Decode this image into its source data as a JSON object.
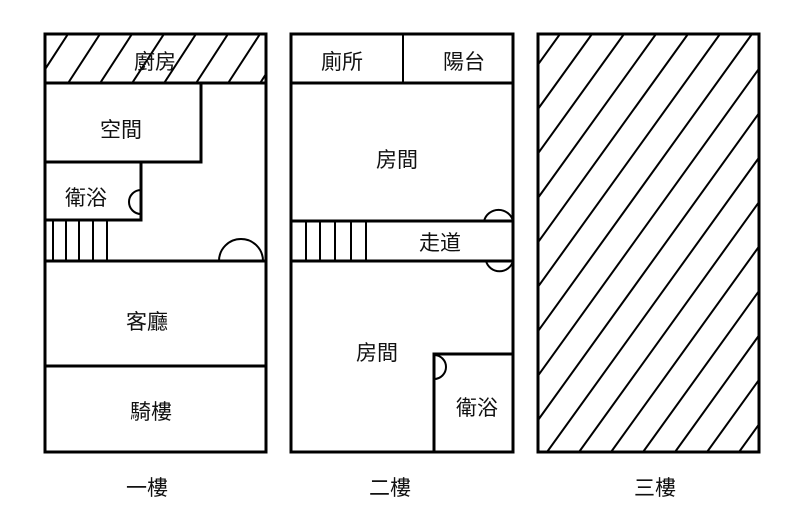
{
  "floors": [
    {
      "label": "一樓",
      "rooms": [
        "廚房",
        "空間",
        "衛浴",
        "客廳",
        "騎樓"
      ]
    },
    {
      "label": "二樓",
      "rooms": [
        "廁所",
        "陽台",
        "房間",
        "走道",
        "房間",
        "衛浴"
      ]
    },
    {
      "label": "三樓",
      "rooms": []
    }
  ],
  "colors": {
    "line": "#000000",
    "background": "#ffffff"
  }
}
